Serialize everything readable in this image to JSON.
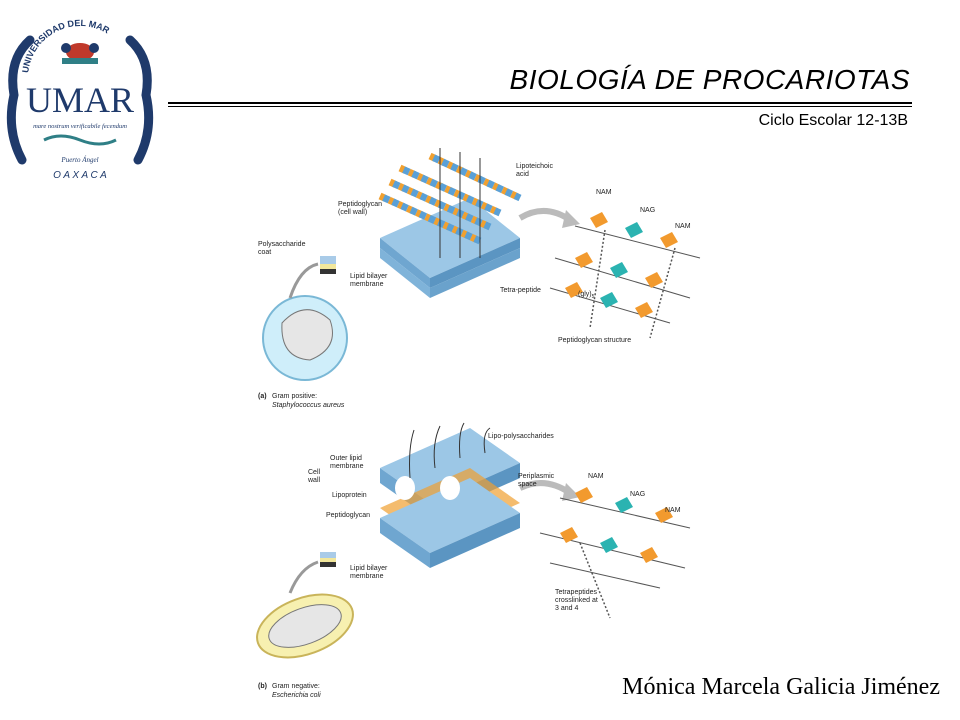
{
  "slide": {
    "title": "BIOLOGÍA DE PROCARIOTAS",
    "subtitle": "Ciclo Escolar 12-13B",
    "author": "Mónica Marcela Galicia Jiménez"
  },
  "logo": {
    "arc_text": "UNIVERSIDAD DEL MAR",
    "initials": "UMAR",
    "motto": "mare nostrum verificabile fecendum",
    "campus": "Puerto Ángel",
    "state": "O A X A C A",
    "colors": {
      "navy": "#1f3a6b",
      "teal": "#2f7f86",
      "red": "#c0392b"
    }
  },
  "figure": {
    "gram_positive": {
      "panel_label": "(a)",
      "caption_line1": "Gram positive:",
      "caption_line2": "Staphylococcus aureus",
      "labels": {
        "lipoteichoic": "Lipoteichoic",
        "acid": "acid",
        "peptidoglycan": "Peptidoglycan",
        "cell_wall": "(cell wall)",
        "polysaccharide": "Polysaccharide",
        "coat": "coat",
        "lipid_bilayer": "Lipid bilayer",
        "membrane": "membrane",
        "nam_top": "NAM",
        "nag": "NAG",
        "nam_right": "NAM",
        "tetrapeptide": "Tetra-peptide",
        "gly": "(gly)",
        "gly_sub": "5",
        "structure": "Peptidoglycan structure"
      }
    },
    "gram_negative": {
      "panel_label": "(b)",
      "caption_line1": "Gram negative:",
      "caption_line2": "Escherichia coli",
      "labels": {
        "lps": "Lipo-polysaccharides",
        "outer_lipid": "Outer lipid",
        "membrane": "membrane",
        "cell": "Cell",
        "wall": "wall",
        "lipoprotein": "Lipoprotein",
        "peptidoglycan": "Peptidoglycan",
        "periplasmic": "Periplasmic",
        "space": "space",
        "lipid_bilayer": "Lipid bilayer",
        "membrane2": "membrane",
        "nam_top": "NAM",
        "nag": "NAG",
        "nam_right": "NAM",
        "tetra1": "Tetrapeptides",
        "tetra2": "crosslinked at",
        "tetra3": "3 and 4"
      }
    },
    "colors": {
      "membrane": "#7fb3d9",
      "rod_orange": "#f0a030",
      "rod_blue": "#5aa0d6",
      "nam": "#f29a2e",
      "nag": "#2bb3b1",
      "cell_pos": "#cfeefa",
      "cell_neg": "#f7f0b0"
    }
  }
}
